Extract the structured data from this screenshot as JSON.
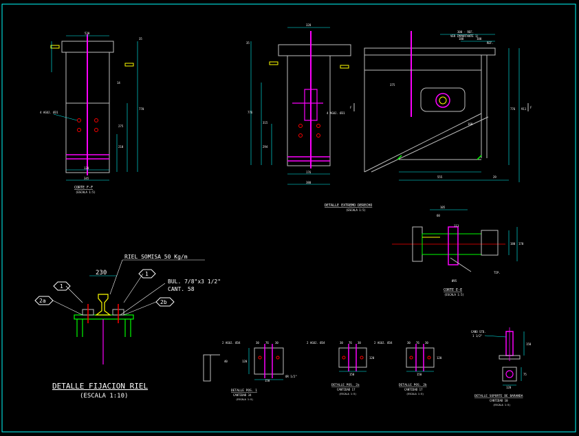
{
  "colors": {
    "background": "#000000",
    "frame": "#00ffff",
    "dimension": "#00ffff",
    "steel": "#c0c0c0",
    "rail": "#ffff00",
    "highlight": "#ff00ff",
    "bolt": "#ff0000",
    "weld": "#00ff00",
    "text": "#ffffff"
  },
  "title_main": "DETALLE FIJACION RIEL",
  "title_main_scale": "(ESCALA 1:10)",
  "rail_callout": {
    "rail_label": "RIEL SOMISA 50 Kg/m",
    "bolt_label": "BUL. 7/8\"x3 1/2\"",
    "qty_label": "CANT. 58",
    "width_dim": "230",
    "markers": [
      "1",
      "1",
      "2a",
      "2b"
    ]
  },
  "views": {
    "corte_ff": {
      "title": "CORTE F-F",
      "scale": "(ESCALA 1:5)",
      "bolt_note": "4 AGUJ. Ø31",
      "dims": [
        "530",
        "35",
        "14",
        "275",
        "210",
        "120",
        "345",
        "770"
      ]
    },
    "corte_mid": {
      "bolt_note": "4 AGUJ. Ø31",
      "dims": [
        "328",
        "35",
        "776",
        "315",
        "294",
        "176",
        "380"
      ]
    },
    "detalle_extremo": {
      "title": "DETALLE EXTREMO DERECHO",
      "scale": "(ESCALA 1:5)",
      "ref1": "300 - REF.",
      "ref2": "VER IMPORTANTE 1)",
      "ref3": "REF.",
      "dims": [
        "180",
        "100",
        "375",
        "911",
        "776",
        "160",
        "555",
        "29"
      ],
      "marker_left": "F",
      "marker_right": "F"
    },
    "corte_ee": {
      "title": "CORTE E-E",
      "scale": "(ESCALA 1:5)",
      "dims": [
        "105",
        "60",
        "113",
        "180",
        "170",
        "Ø95",
        "TIP."
      ]
    },
    "pos1": {
      "title": "DETALLE POS. 1",
      "qty": "CANTIDAD 34",
      "scale": "(ESCALA 1:5)",
      "note": "2 AGUJ. Ø34",
      "extra": "OR 1/2\"",
      "dims": [
        "30",
        "76",
        "30",
        "150",
        "120",
        "40"
      ]
    },
    "pos2a": {
      "title": "DETALLE POS. 2a",
      "qty": "CANTIDAD 17",
      "scale": "(ESCALA 1:5)",
      "note": "2 AGUJ. Ø34",
      "dims": [
        "30",
        "76",
        "30",
        "150",
        "120"
      ]
    },
    "pos2b": {
      "title": "DETALLE POS. 2b",
      "qty": "CANTIDAD 17",
      "scale": "(ESCALA 1:5)",
      "note": "2 AGUJ. Ø34",
      "dims": [
        "30",
        "76",
        "30",
        "150",
        "120"
      ]
    },
    "soporte_baranda": {
      "title": "DETALLE SOPORTE DE BARANDA",
      "qty": "CANTIDAD 10",
      "scale": "(ESCALA 1:5)",
      "note1": "CAÑO STD.",
      "note2": "1 1/2\"",
      "dims": [
        "150",
        "120",
        "75"
      ]
    }
  }
}
